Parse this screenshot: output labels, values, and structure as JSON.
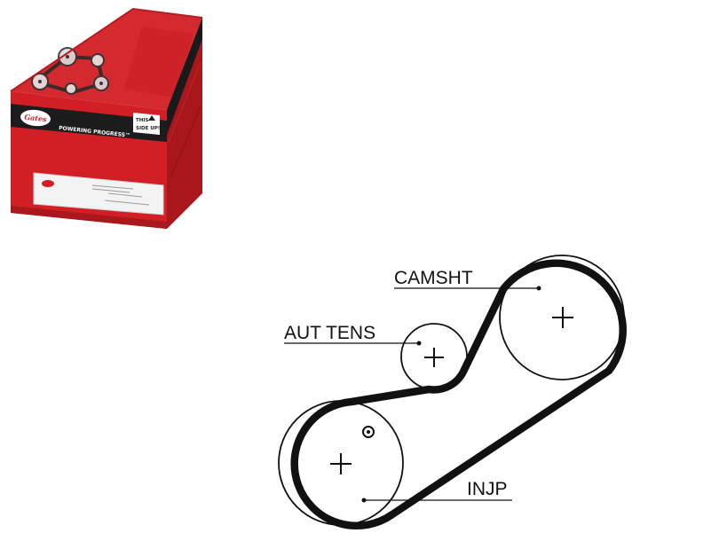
{
  "product_box": {
    "brand": "Gates",
    "slogan": "POWERING PROGRESS™",
    "orientation_note_line1": "THIS",
    "orientation_note_line2": "SIDE UP!",
    "brand_color": "#d21f26",
    "band_color": "#1c1c1c"
  },
  "diagram": {
    "labels": {
      "camshaft": "CAMSHT",
      "tensioner": "AUT TENS",
      "injection_pump": "INJP"
    },
    "icons": [
      "center-cross-icon",
      "timing-mark-icon"
    ],
    "belt_color": "#111111"
  }
}
